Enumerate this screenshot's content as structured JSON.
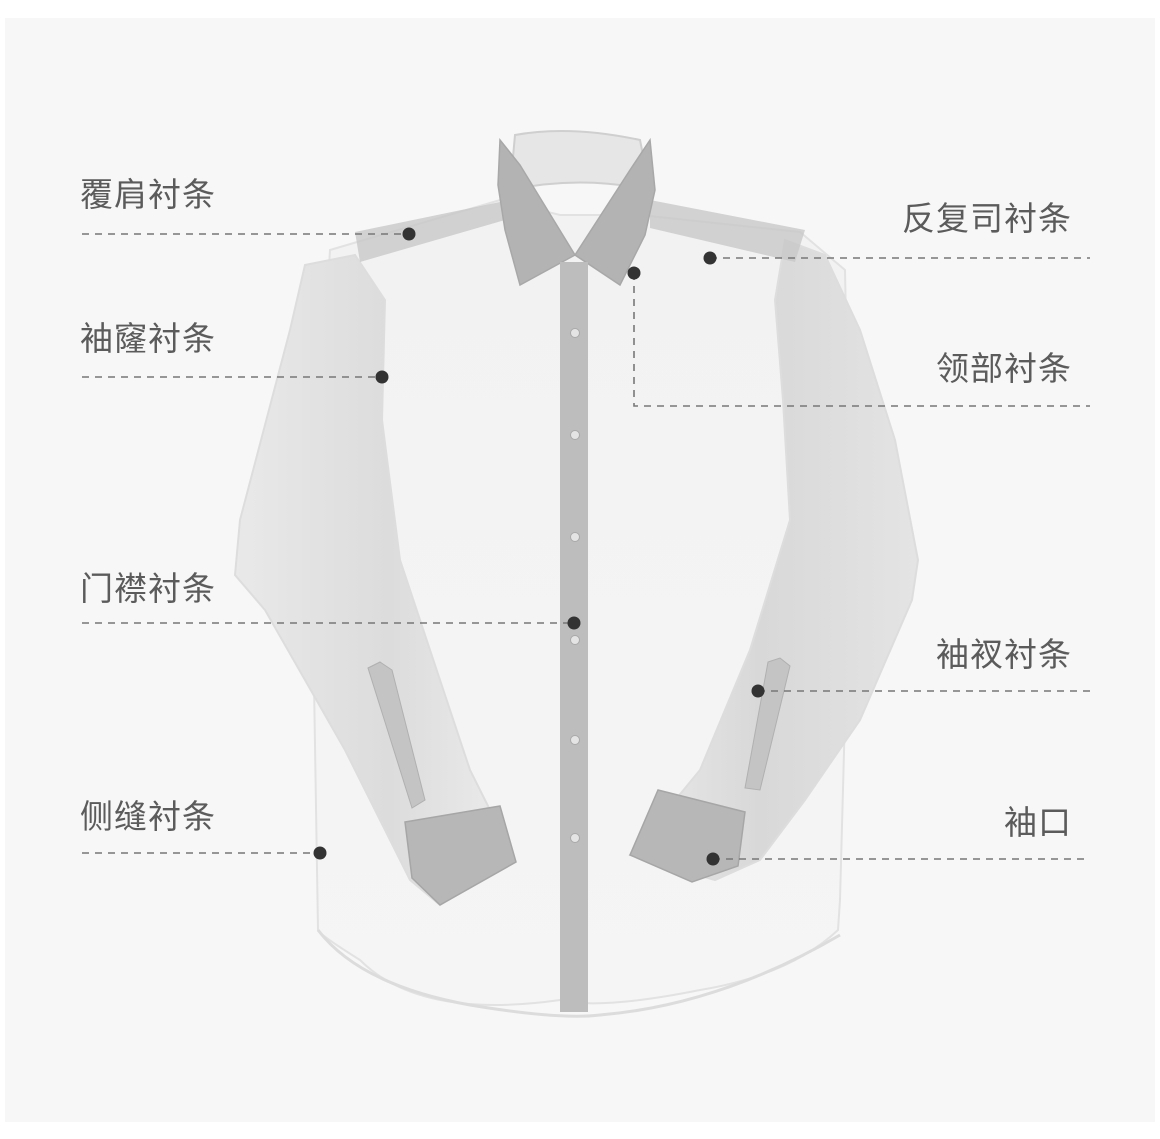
{
  "labels": {
    "shoulder": "覆肩衬条",
    "armhole": "袖窿衬条",
    "placket": "门襟衬条",
    "side_seam": "侧缝衬条",
    "yoke_back": "反复司衬条",
    "collar": "领部衬条",
    "sleeve_placket": "袖衩衬条",
    "cuff": "袖口"
  },
  "colors": {
    "background": "#f7f7f7",
    "shirt_body": "#f1f1f1",
    "shirt_shadow": "#dcdcdc",
    "accent_gray": "#b5b5b5",
    "leader_line": "#777777",
    "marker_dot": "#333333",
    "label_text": "#5b5b5b"
  }
}
